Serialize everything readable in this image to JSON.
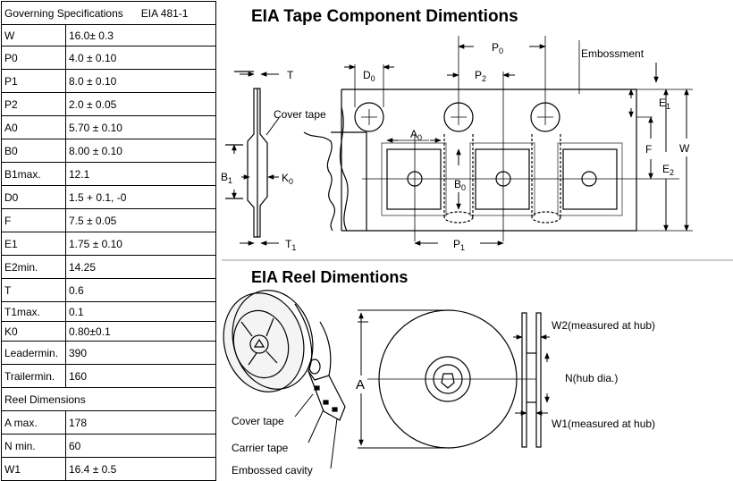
{
  "table": {
    "header_label": "Governing Specifications",
    "header_standard": "EIA 481-1",
    "rows_a": [
      {
        "label": "W",
        "value": "16.0± 0.3"
      },
      {
        "label": "P0",
        "value": "4.0 ± 0.10"
      },
      {
        "label": "P1",
        "value": "8.0 ± 0.10"
      },
      {
        "label": "P2",
        "value": "2.0 ± 0.05"
      },
      {
        "label": "A0",
        "value": "5.70 ± 0.10"
      },
      {
        "label": "B0",
        "value": "8.00 ± 0.10"
      },
      {
        "label": "B1max.",
        "value": "12.1"
      },
      {
        "label": "D0",
        "value": "1.5 + 0.1, -0"
      },
      {
        "label": "F",
        "value": "7.5 ± 0.05"
      },
      {
        "label": "E1",
        "value": "1.75 ± 0.10"
      },
      {
        "label": "E2min.",
        "value": "14.25"
      },
      {
        "label": "T",
        "value": "0.6"
      },
      {
        "label": "T1max.",
        "value": "0.1"
      },
      {
        "label": "K0",
        "value": "0.80±0.1"
      },
      {
        "label": "Leadermin.",
        "value": "390"
      },
      {
        "label": "Trailermin.",
        "value": "160"
      }
    ],
    "section_label": "Reel Dimensions",
    "rows_b": [
      {
        "label": "A max.",
        "value": "178"
      },
      {
        "label": "N min.",
        "value": "60"
      },
      {
        "label": "W1",
        "value": "16.4 ± 0.5"
      }
    ]
  },
  "tape": {
    "title": "EIA Tape Component Dimentions",
    "labels": {
      "T": "T",
      "D": "D",
      "P": "P",
      "P2": "P",
      "sub0": "0",
      "sub1": "1",
      "sub2": "2",
      "embossment": "Embossment",
      "cover_tape": "Cover tape",
      "A": "A",
      "B": "B",
      "K": "K",
      "E": "E",
      "F": "F",
      "W": "W",
      "T1": "T"
    }
  },
  "reel": {
    "title": "EIA Reel Dimentions",
    "labels": {
      "cover_tape": "Cover tape",
      "carrier_tape": "Carrier tape",
      "embossed_cavity": "Embossed cavity",
      "A": "A",
      "w2": "W2(measured at hub)",
      "hub": "N(hub dia.)",
      "w1": "W1(measured at hub)"
    }
  }
}
